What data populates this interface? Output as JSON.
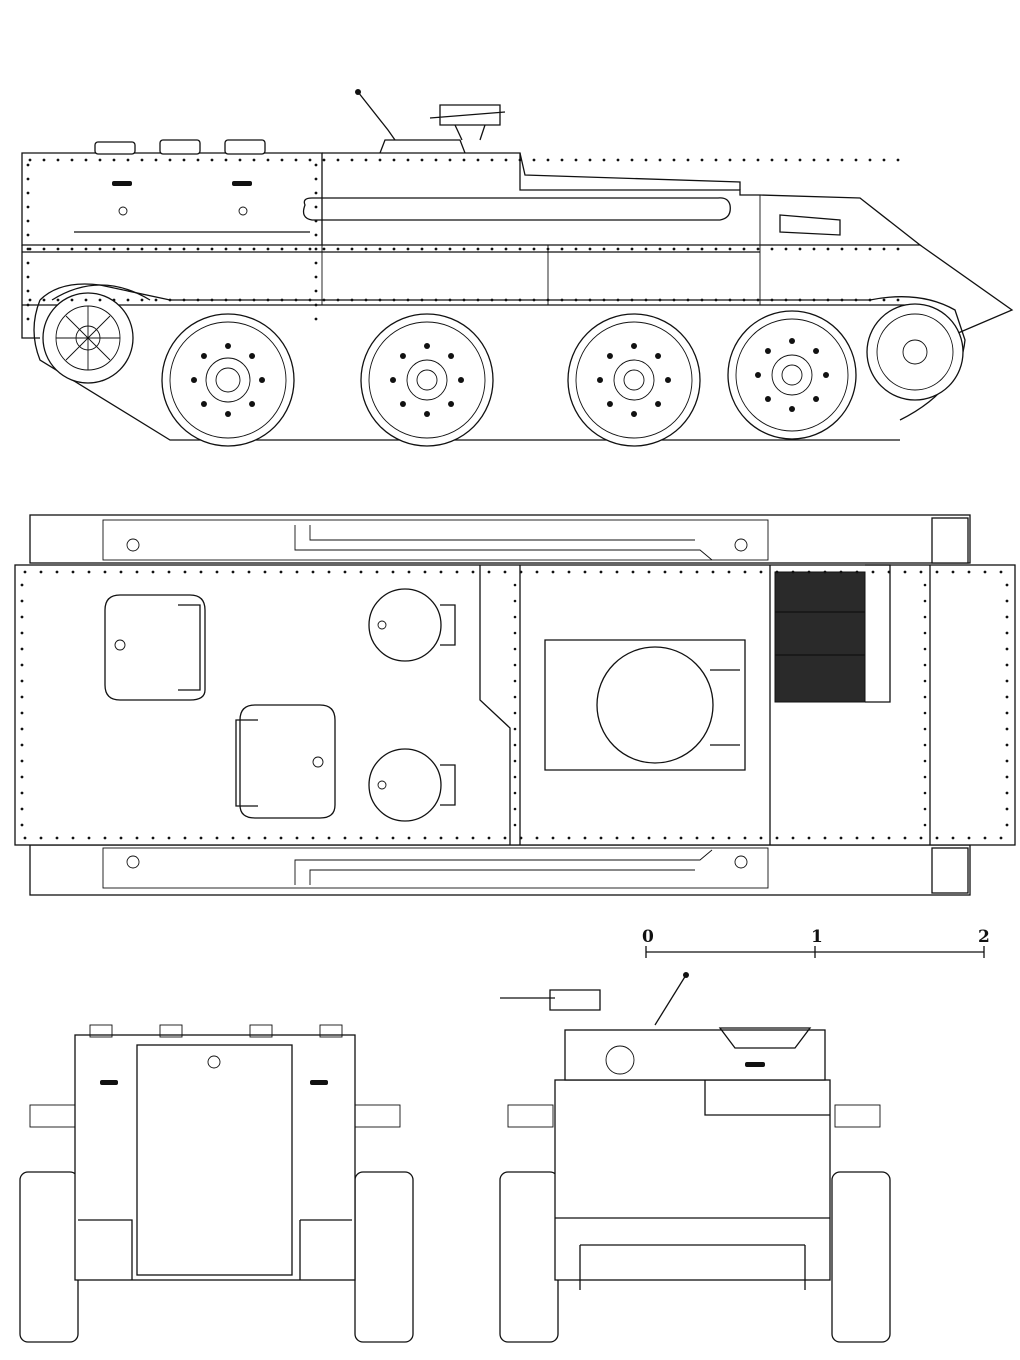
{
  "scale_bar": {
    "labels": [
      "0",
      "1",
      "2"
    ]
  },
  "views": [
    "side-view",
    "top-view",
    "rear-view",
    "front-view"
  ]
}
